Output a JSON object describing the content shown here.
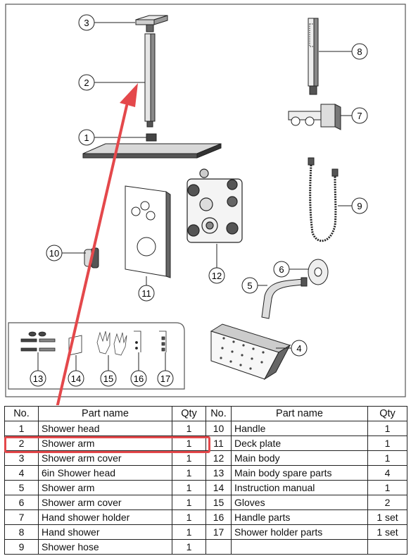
{
  "callouts": [
    "1",
    "2",
    "3",
    "4",
    "5",
    "6",
    "7",
    "8",
    "9",
    "10",
    "11",
    "12",
    "13",
    "14",
    "15",
    "16",
    "17"
  ],
  "table": {
    "headers": {
      "no": "No.",
      "part_name": "Part name",
      "qty": "Qty"
    },
    "left_rows": [
      {
        "no": "1",
        "name": "Shower head",
        "qty": "1"
      },
      {
        "no": "2",
        "name": "Shower arm",
        "qty": "1"
      },
      {
        "no": "3",
        "name": "Shower arm cover",
        "qty": "1"
      },
      {
        "no": "4",
        "name": "6in Shower head",
        "qty": "1"
      },
      {
        "no": "5",
        "name": "Shower arm",
        "qty": "1"
      },
      {
        "no": "6",
        "name": "Shower arm cover",
        "qty": "1"
      },
      {
        "no": "7",
        "name": "Hand shower holder",
        "qty": "1"
      },
      {
        "no": "8",
        "name": "Hand shower",
        "qty": "1"
      },
      {
        "no": "9",
        "name": "Shower hose",
        "qty": "1"
      }
    ],
    "right_rows": [
      {
        "no": "10",
        "name": "Handle",
        "qty": "1"
      },
      {
        "no": "11",
        "name": "Deck plate",
        "qty": "1"
      },
      {
        "no": "12",
        "name": "Main body",
        "qty": "1"
      },
      {
        "no": "13",
        "name": "Main body spare parts",
        "qty": "4"
      },
      {
        "no": "14",
        "name": "Instruction manual",
        "qty": "1"
      },
      {
        "no": "15",
        "name": "Gloves",
        "qty": "2"
      },
      {
        "no": "16",
        "name": "Handle parts",
        "qty": "1 set"
      },
      {
        "no": "17",
        "name": "Shower holder parts",
        "qty": "1 set"
      },
      {
        "no": "",
        "name": "",
        "qty": ""
      }
    ]
  },
  "highlight": {
    "row_no": "2",
    "color": "#e4484b"
  },
  "colors": {
    "line": "#222222",
    "accent": "#e4484b",
    "frame": "#444444"
  }
}
